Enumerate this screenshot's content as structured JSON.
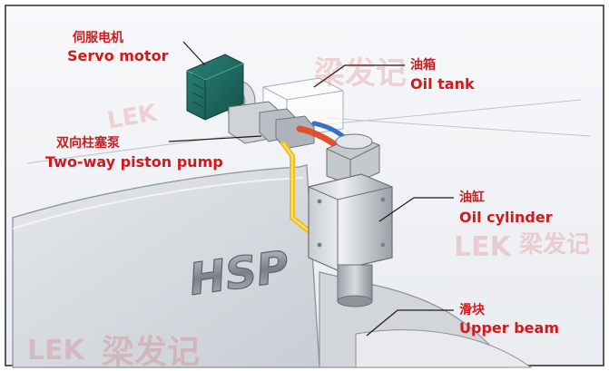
{
  "colors": {
    "label_red": "#d3191c",
    "background": "#f4f5f7",
    "press_body": "#d9dde2",
    "motor_teal": "#1f6b63",
    "pipe_red": "#e0502a",
    "pipe_blue": "#3a6fc8",
    "pipe_yellow": "#f0c020"
  },
  "machine": {
    "brand": "HSP"
  },
  "labels": {
    "servo_motor": {
      "cn": "伺服电机",
      "en": "Servo motor"
    },
    "oil_tank": {
      "cn": "油箱",
      "en": "Oil tank"
    },
    "piston_pump": {
      "cn": "双向柱塞泵",
      "en": "Two-way piston pump"
    },
    "oil_cylinder": {
      "cn": "油缸",
      "en": "Oil cylinder"
    },
    "upper_beam": {
      "cn": "滑块",
      "en": "Upper beam"
    }
  },
  "watermark": {
    "text": "梁发记",
    "logo": "LEK"
  }
}
